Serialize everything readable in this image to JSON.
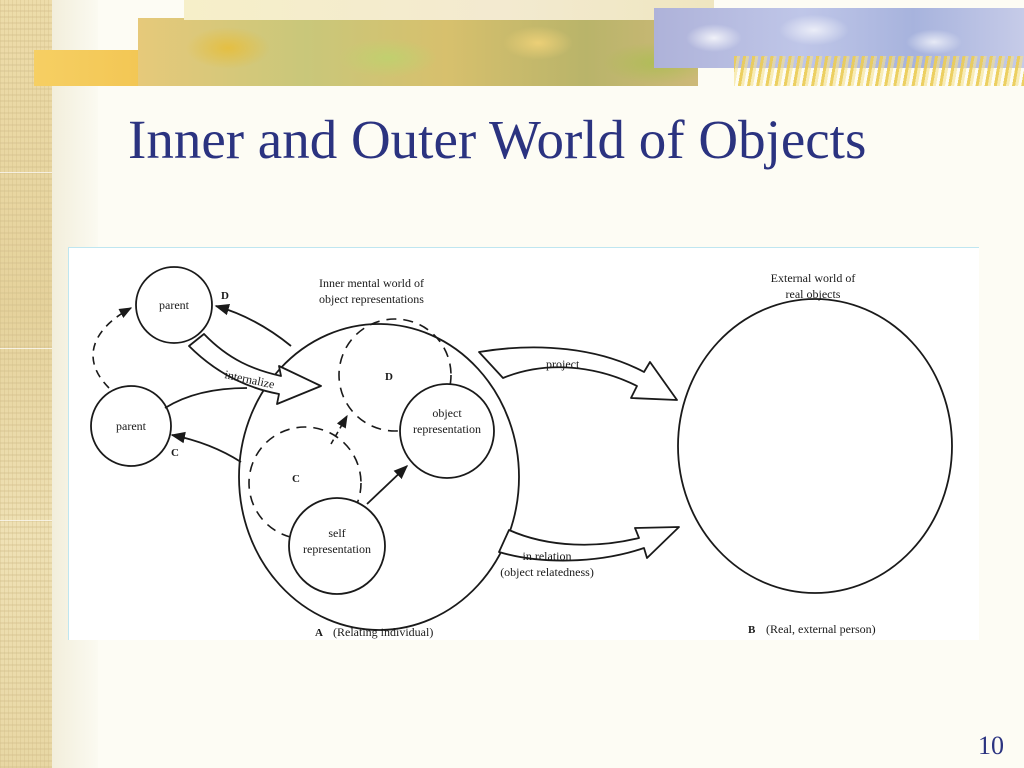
{
  "slide": {
    "title": "Inner and Outer World of Objects",
    "page_number": "10"
  },
  "diagram": {
    "inner_world_label_line1": "Inner mental world of",
    "inner_world_label_line2": "object representations",
    "external_world_label_line1": "External world of",
    "external_world_label_line2": "real objects",
    "parent_top": "parent",
    "parent_left": "parent",
    "label_d_outer": "D",
    "label_c_outer": "C",
    "label_d_inner": "D",
    "label_c_inner": "C",
    "internalize": "internalize",
    "project": "project",
    "object_representation_line1": "object",
    "object_representation_line2": "representation",
    "self_representation_line1": "self",
    "self_representation_line2": "representation",
    "in_relation_line1": "in relation",
    "in_relation_line2": "(object relatedness)",
    "caption_a_letter": "A",
    "caption_a_text": "(Relating individual)",
    "caption_b_letter": "B",
    "caption_b_text": "(Real, external person)"
  },
  "colors": {
    "title": "#2b3380",
    "ink": "#1a1a1a"
  }
}
